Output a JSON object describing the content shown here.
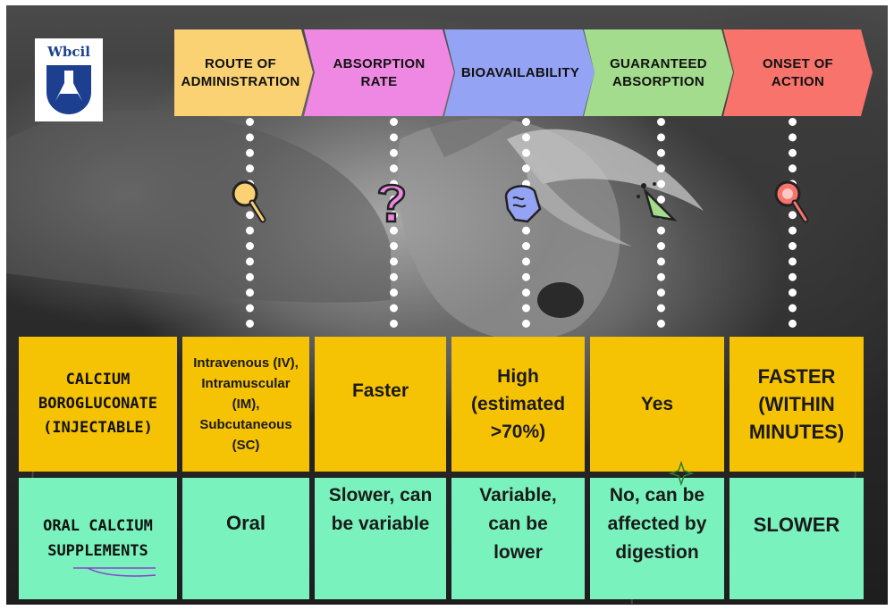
{
  "logo": {
    "text": "Wbcil"
  },
  "header": {
    "columns": [
      {
        "label": "ROUTE OF ADMINISTRATION",
        "color": "#fad173",
        "icon": "magnifier-icon"
      },
      {
        "label": "ABSORPTION RATE",
        "color": "#ef88e2",
        "icon": "question-mark-icon"
      },
      {
        "label": "BIOAVAILABILITY",
        "color": "#95a3f5",
        "icon": "brain-fist-icon"
      },
      {
        "label": "GUARANTEED ABSORPTION",
        "color": "#a3dc8c",
        "icon": "party-popper-icon"
      },
      {
        "label": "ONSET OF ACTION",
        "color": "#f7736b",
        "icon": "magnifier-icon"
      }
    ]
  },
  "rows": [
    {
      "label": "CALCIUM BOROGLUCONATE (INJECTABLE)",
      "color": "#f6c304",
      "cells": [
        "Intravenous (IV), Intramuscular (IM), Subcutaneous (SC)",
        "Faster",
        "High (estimated >70%)",
        "Yes",
        "FASTER (WITHIN MINUTES)"
      ]
    },
    {
      "label": "ORAL CALCIUM SUPPLEMENTS",
      "color": "#79f2bd",
      "cells": [
        "Oral",
        "Slower, can be variable",
        "Variable, can be lower",
        "No, can be affected by digestion",
        "SLOWER"
      ]
    }
  ]
}
